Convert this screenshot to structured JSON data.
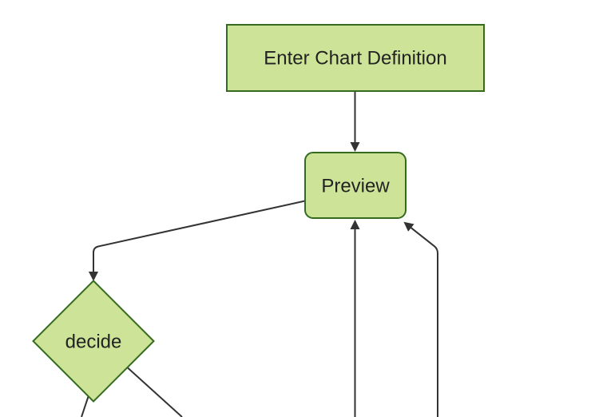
{
  "diagram": {
    "type": "flowchart",
    "direction": "top-down",
    "nodes": [
      {
        "id": "A",
        "label": "Enter Chart Definition",
        "shape": "rectangle"
      },
      {
        "id": "B",
        "label": "Preview",
        "shape": "rounded-rectangle"
      },
      {
        "id": "C",
        "label": "decide",
        "shape": "diamond"
      }
    ],
    "edges": [
      {
        "from": "Enter Chart Definition",
        "to": "Preview",
        "arrow": true
      },
      {
        "from": "Preview",
        "to": "decide",
        "arrow": true
      },
      {
        "from": "offscreen-bottom",
        "to": "Preview",
        "arrow": true
      },
      {
        "from": "offscreen-bottom-right",
        "to": "Preview",
        "arrow": true
      },
      {
        "from": "decide",
        "to": "offscreen-bottom-left",
        "arrow": false
      },
      {
        "from": "decide",
        "to": "offscreen-bottom-right",
        "arrow": false
      }
    ]
  },
  "theme": {
    "background": "#ffffff",
    "node_fill": "#cde498",
    "node_stroke": "#356b1f",
    "edge_color": "#333333",
    "text_color": "#222222"
  }
}
